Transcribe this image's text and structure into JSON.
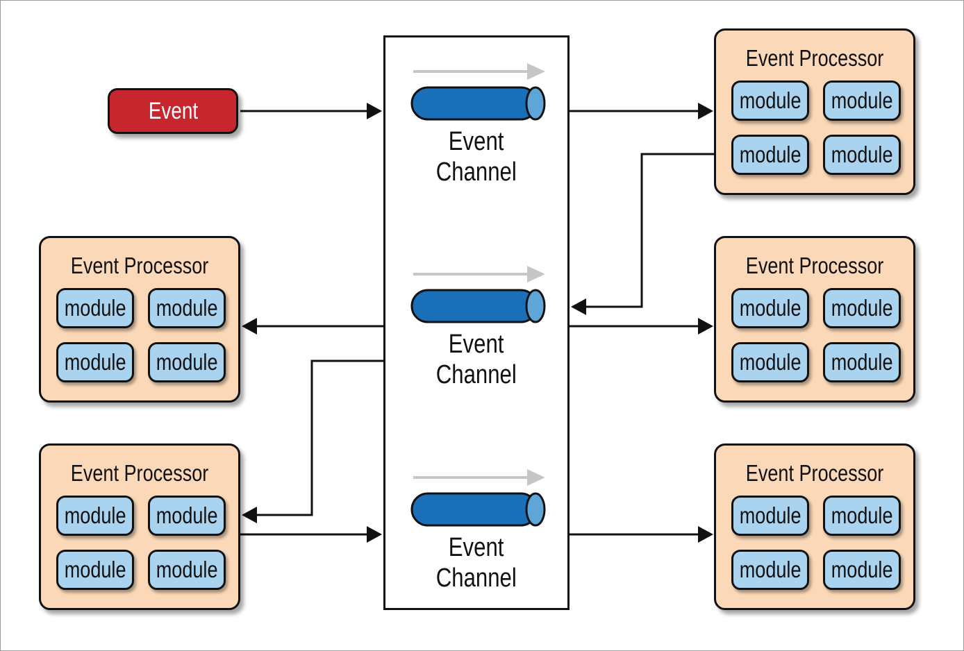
{
  "event": {
    "label": "Event"
  },
  "channels": [
    {
      "label_line1": "Event",
      "label_line2": "Channel"
    },
    {
      "label_line1": "Event",
      "label_line2": "Channel"
    },
    {
      "label_line1": "Event",
      "label_line2": "Channel"
    }
  ],
  "processors": [
    {
      "title": "Event Processor",
      "modules": [
        "module",
        "module",
        "module",
        "module"
      ]
    },
    {
      "title": "Event Processor",
      "modules": [
        "module",
        "module",
        "module",
        "module"
      ]
    },
    {
      "title": "Event Processor",
      "modules": [
        "module",
        "module",
        "module",
        "module"
      ]
    },
    {
      "title": "Event Processor",
      "modules": [
        "module",
        "module",
        "module",
        "module"
      ]
    },
    {
      "title": "Event Processor",
      "modules": [
        "module",
        "module",
        "module",
        "module"
      ]
    }
  ],
  "colors": {
    "event": "#c8262f",
    "processor": "#fbd9b8",
    "module": "#a9d3ef",
    "channel_tube": "#1a6fb9",
    "channel_tube_end": "#5ea6d8",
    "flow_arrow": "#c6c6c6",
    "line": "#111111"
  }
}
